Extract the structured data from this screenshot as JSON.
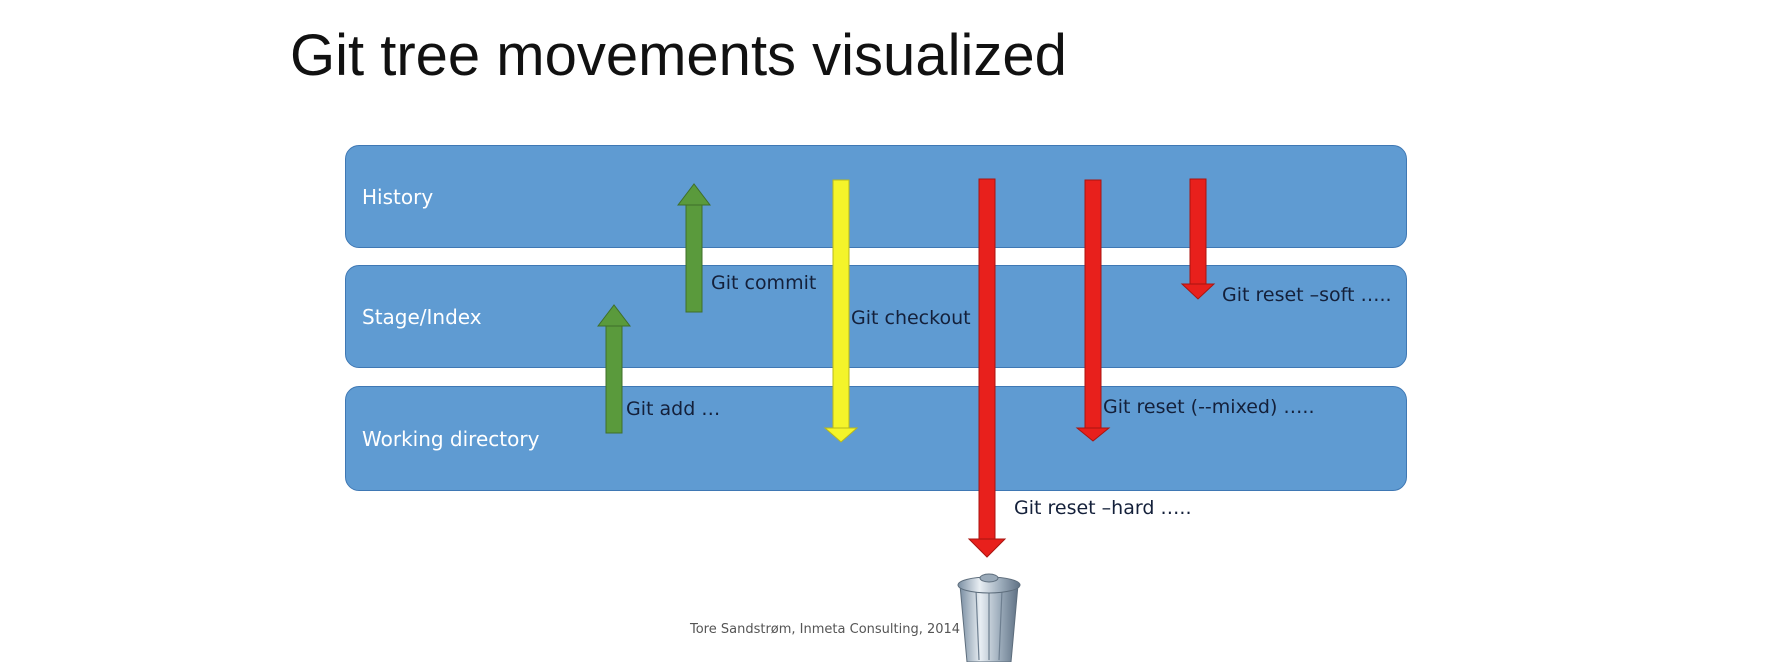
{
  "title": "Git tree movements visualized",
  "bands": {
    "history": {
      "label": "History",
      "color": "#5f9bd2"
    },
    "stage": {
      "label": "Stage/Index",
      "color": "#5f9bd2"
    },
    "working": {
      "label": "Working directory",
      "color": "#5f9bd2"
    }
  },
  "arrows": {
    "commit": {
      "label": "Git commit",
      "direction": "up",
      "from": "stage",
      "to": "history",
      "color": "#5a9a3c"
    },
    "add": {
      "label": "Git add …",
      "direction": "up",
      "from": "working",
      "to": "stage",
      "color": "#5a9a3c"
    },
    "checkout": {
      "label": "Git checkout",
      "direction": "down",
      "from": "history",
      "to": "working",
      "color": "#f4f42a"
    },
    "soft": {
      "label": "Git reset –soft …..",
      "direction": "down",
      "from": "history",
      "to": "stage",
      "color": "#e8201c"
    },
    "mixed": {
      "label": "Git reset (--mixed) …..",
      "direction": "down",
      "from": "history",
      "to": "working",
      "color": "#e8201c"
    },
    "hard": {
      "label": "Git reset –hard …..",
      "direction": "down",
      "from": "history",
      "to": "trash",
      "color": "#e8201c"
    }
  },
  "trash": {
    "icon": "trash-can-icon"
  },
  "credit": "Tore Sandstrøm, Inmeta Consulting, 2014"
}
